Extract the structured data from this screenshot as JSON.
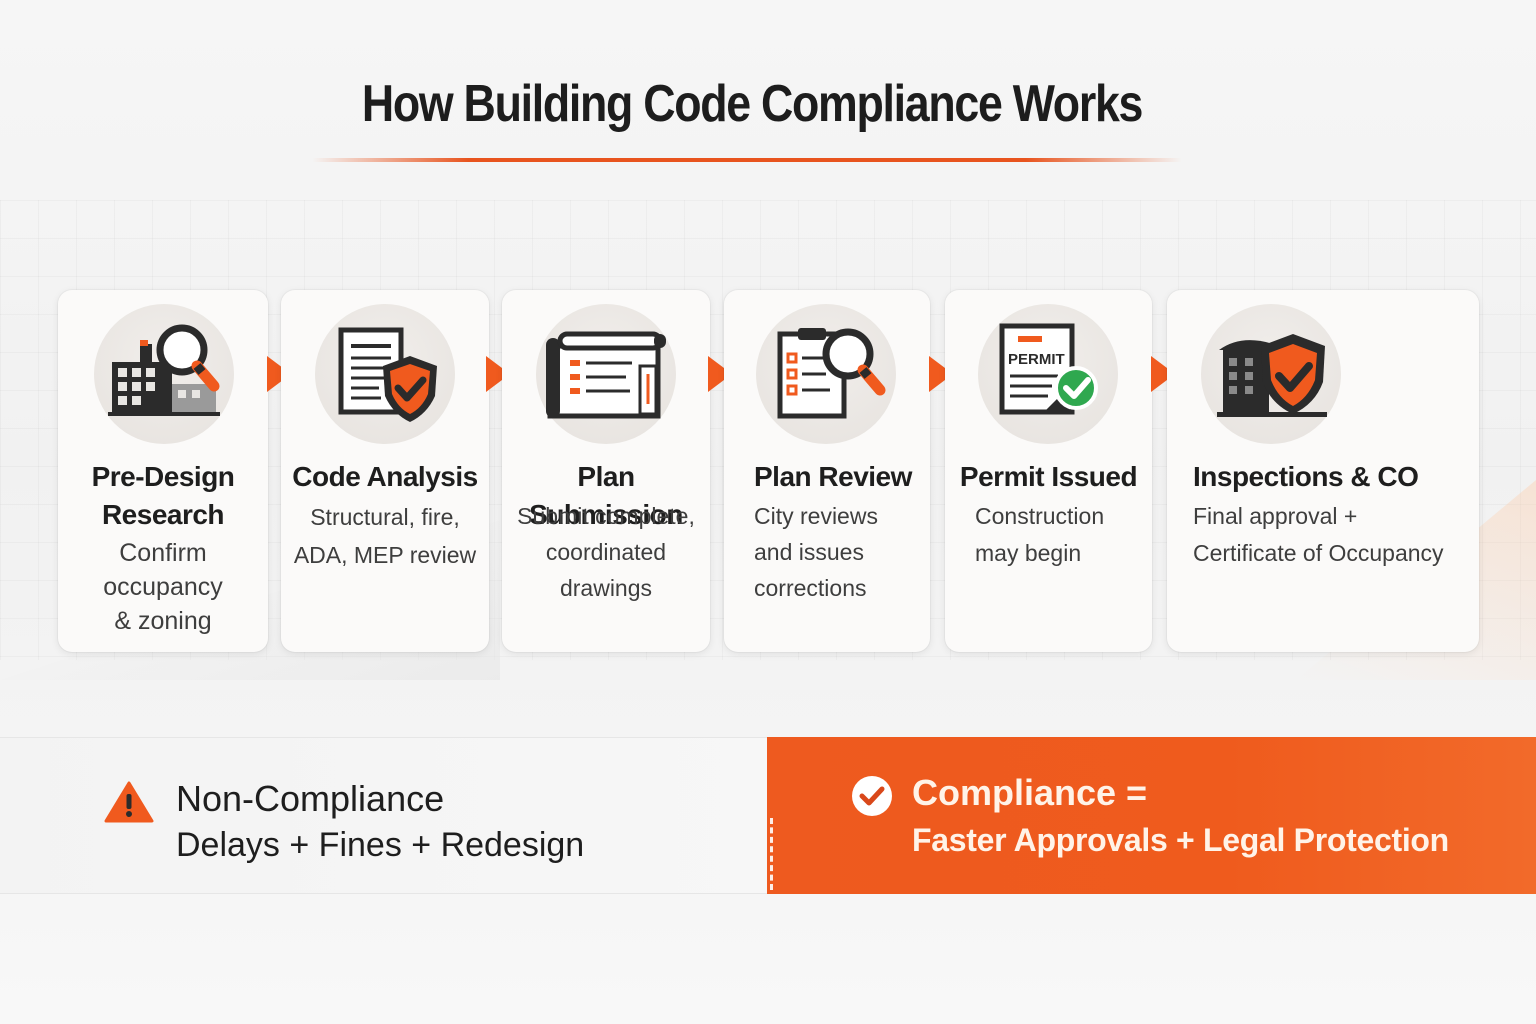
{
  "title": "How Building Code Compliance Works",
  "steps": [
    {
      "title_lines": [
        "Pre-Design",
        "Research"
      ],
      "desc_lines": [
        "Confirm",
        "occupancy",
        "& zoning"
      ],
      "icon": "building-magnifier-icon"
    },
    {
      "title": "Code Analysis",
      "desc_lines": [
        "Structural, fire,",
        "ADA, MEP review"
      ],
      "icon": "document-shield-icon"
    },
    {
      "title": "Plan Submission",
      "desc_lines": [
        "Submit complete,",
        "coordinated",
        "drawings"
      ],
      "icon": "blueprint-roll-icon"
    },
    {
      "title": "Plan Review",
      "desc_lines": [
        "City reviews",
        "and issues",
        "corrections"
      ],
      "icon": "checklist-magnifier-icon"
    },
    {
      "title": "Permit Issued",
      "desc_lines": [
        "Construction",
        "may begin"
      ],
      "icon": "permit-document-icon",
      "permit_label": "PERMIT"
    },
    {
      "title": "Inspections & CO",
      "desc_lines": [
        "Final approval +",
        "Certificate of Occupancy"
      ],
      "icon": "building-shield-icon"
    }
  ],
  "outcomes": {
    "non_compliance": {
      "title": "Non-Compliance",
      "subtitle": "Delays + Fines + Redesign",
      "icon": "warning-icon"
    },
    "compliance": {
      "title": "Compliance =",
      "subtitle": "Faster Approvals + Legal Protection",
      "icon": "check-circle-icon"
    }
  },
  "colors": {
    "accent": "#f05a1e",
    "dark": "#1e1e1e",
    "check_green": "#2fa84f"
  }
}
